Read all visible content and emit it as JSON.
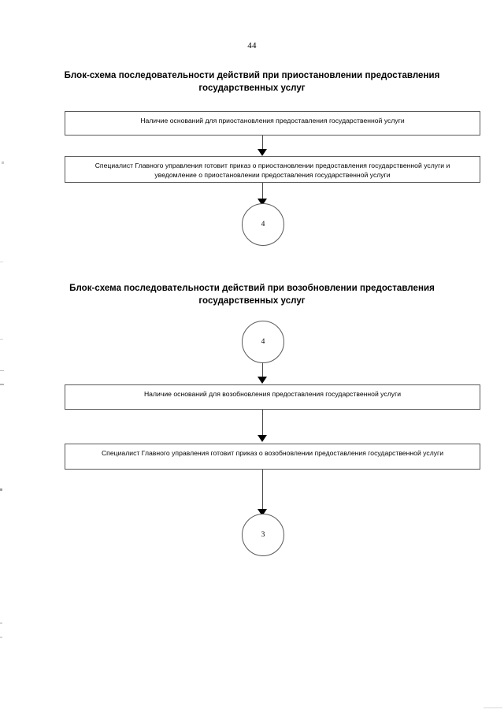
{
  "document": {
    "page_number": "44",
    "sections": [
      {
        "id": "suspension",
        "title": "Блок-схема последовательности действий при приостановлении предоставления государственных услуг",
        "nodes": [
          {
            "kind": "process-box",
            "text": "Наличие оснований для приостановления предоставления государственной услуги"
          },
          {
            "kind": "process-box",
            "text": "Специалист Главного управления готовит приказ о приостановлении предоставления государственной услуги и уведомление о приостановлении предоставления государственной услуги"
          },
          {
            "kind": "connector-circle",
            "text": "4"
          }
        ]
      },
      {
        "id": "resumption",
        "title": "Блок-схема последовательности действий при возобновлении предоставления государственных услуг",
        "nodes": [
          {
            "kind": "connector-circle",
            "text": "4"
          },
          {
            "kind": "process-box",
            "text": "Наличие оснований для возобновления предоставления государственной услуги"
          },
          {
            "kind": "process-box",
            "text": "Специалист Главного управления готовит приказ о возобновлении предоставления государственной услуги"
          },
          {
            "kind": "connector-circle",
            "text": "3"
          }
        ]
      }
    ],
    "colors": {
      "page_background": "#ffffff",
      "text": "#000000",
      "box_border": "#5a5a5a",
      "connector_line": "#4a4a4a",
      "arrow_fill": "#000000"
    }
  }
}
